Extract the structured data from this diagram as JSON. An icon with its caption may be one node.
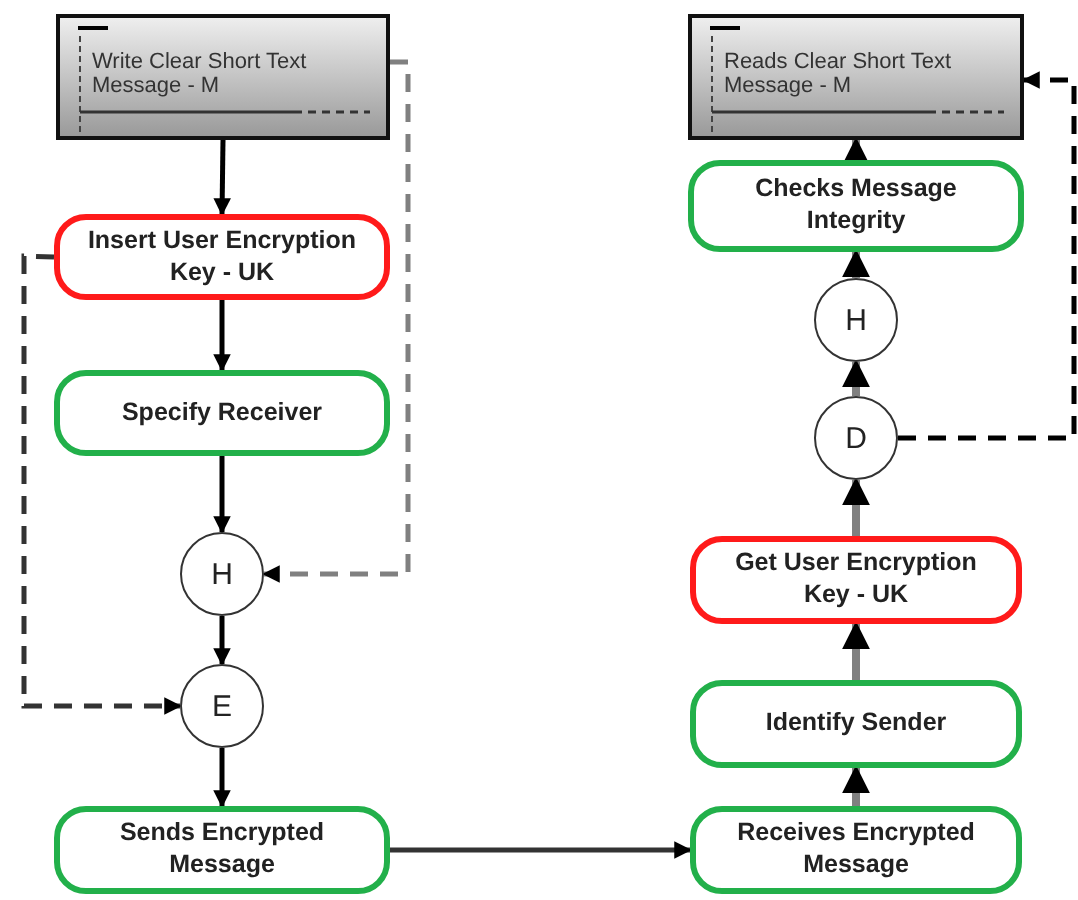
{
  "diagram": {
    "nodes": [
      {
        "text": [
          "Write Clear Short Text Message - M"
        ]
      },
      {
        "text": [
          "Insert User Encryption Key - UK"
        ]
      },
      {
        "text": [
          "Specify Receiver"
        ]
      },
      {
        "text": [
          "H"
        ]
      },
      {
        "text": [
          "E"
        ]
      },
      {
        "text": [
          "Sends Encrypted Message"
        ]
      },
      {
        "text": [
          "Reads Clear Short Text Message - M"
        ]
      },
      {
        "text": [
          "Checks Message Integrity"
        ]
      },
      {
        "text": [
          "H"
        ]
      },
      {
        "text": [
          "D"
        ]
      },
      {
        "text": [
          "Get User Encryption Key - UK"
        ]
      },
      {
        "text": [
          "Identify Sender"
        ]
      },
      {
        "text": [
          "Receives Encrypted Message"
        ]
      }
    ],
    "edges": [
      {
        "from": 0,
        "to": 1,
        "arrow": "to",
        "color": "#000000"
      },
      {
        "from": 1,
        "to": 2,
        "arrow": "to",
        "color": "#000000"
      },
      {
        "from": 2,
        "to": 3,
        "arrow": "to",
        "color": "#000000"
      },
      {
        "from": 3,
        "to": 4,
        "arrow": "to",
        "color": "#000000"
      },
      {
        "from": 4,
        "to": 5,
        "arrow": "to",
        "color": "#000000"
      },
      {
        "from": 5,
        "to": 12,
        "arrow": "to",
        "color": "#333333"
      },
      {
        "from": 0,
        "to": 3,
        "arrow": "to",
        "style": "dashed",
        "color": "#808080"
      },
      {
        "from": 1,
        "to": 4,
        "arrow": "to",
        "style": "dashed",
        "color": "#333333"
      },
      {
        "from": 12,
        "to": 11,
        "arrow": "to",
        "color": "#808080"
      },
      {
        "from": 11,
        "to": 10,
        "arrow": "to",
        "color": "#808080"
      },
      {
        "from": 10,
        "to": 9,
        "arrow": "to",
        "color": "#808080"
      },
      {
        "from": 9,
        "to": 8,
        "arrow": "to",
        "color": "#808080"
      },
      {
        "from": 8,
        "to": 7,
        "arrow": "to",
        "color": "#808080"
      },
      {
        "from": 7,
        "to": 6,
        "arrow": "to",
        "color": "#808080"
      },
      {
        "from": 9,
        "to": 6,
        "arrow": "to",
        "style": "dashed",
        "color": "#000000"
      }
    ]
  }
}
